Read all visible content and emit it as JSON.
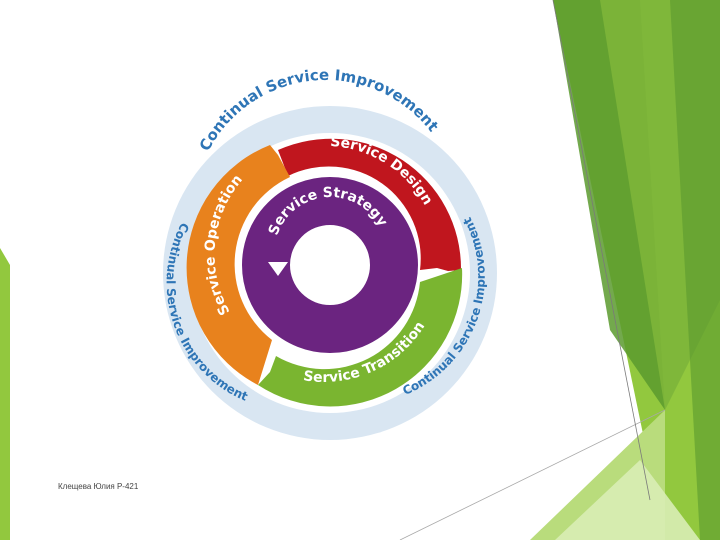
{
  "diagram": {
    "outer_ring_top": "Continual Service Improvement",
    "outer_ring_right": "Continual Service Improvement",
    "outer_ring_left": "Continual Service Improvement",
    "core": "Service Strategy",
    "stage_design": "Service Design",
    "stage_transition": "Service Transition",
    "stage_operation": "Service Operation"
  },
  "footer": {
    "author": "Клещева Юлия Р-421"
  },
  "colors": {
    "ring": "#d9e6f2",
    "ring_text": "#2e75b6",
    "design": "#c0161e",
    "transition": "#7ab530",
    "operation": "#e8821d",
    "strategy": "#6b2480",
    "decor_green_light": "#92c83e",
    "decor_green_dark": "#5a9a2e"
  }
}
